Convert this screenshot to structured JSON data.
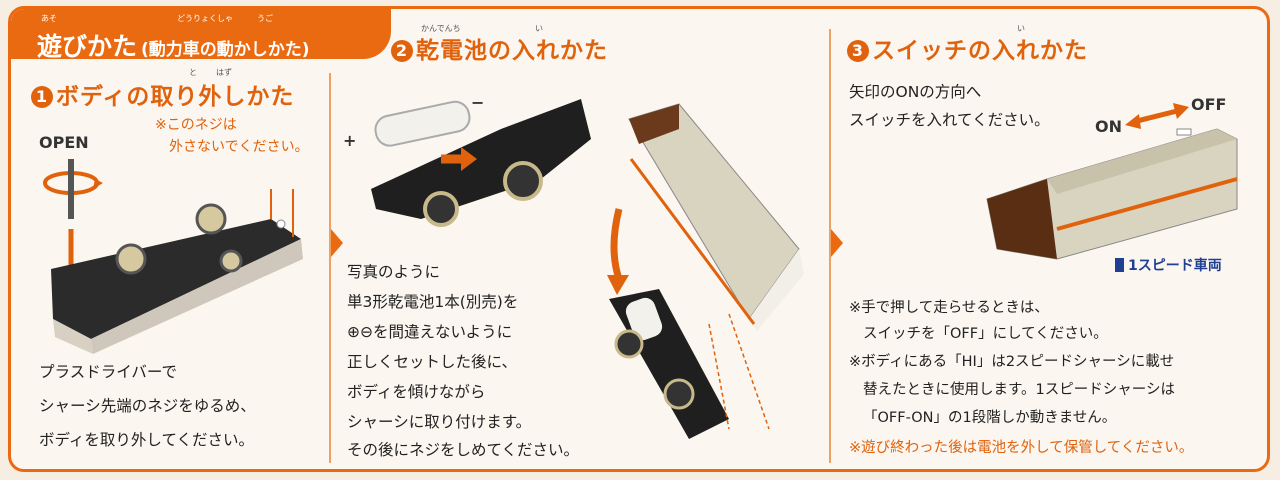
{
  "header": {
    "title": "遊びかた",
    "subtitle": "(動力車の動かしかた)"
  },
  "step1": {
    "number": "1",
    "title": "ボディの取り外しかた",
    "open_label": "OPEN",
    "note_lines": [
      "※このネジは",
      "外さないでください。"
    ],
    "body_lines": [
      "プラスドライバーで",
      "シャーシ先端のネジをゆるめ、",
      "ボディを取り外してください。"
    ]
  },
  "step2": {
    "number": "2",
    "title": "乾電池の入れかた",
    "plus": "+",
    "minus": "−",
    "body_lines": [
      "写真のように",
      "単3形乾電池1本(別売)を",
      "⊕⊖を間違えないように",
      "正しくセットした後に、",
      "ボディを傾けながら",
      "シャーシに取り付けます。",
      "その後にネジをしめてください。"
    ]
  },
  "step3": {
    "number": "3",
    "title": "スイッチの入れかた",
    "body_lines": [
      "矢印のONの方向へ",
      "スイッチを入れてください。"
    ],
    "on_label": "ON",
    "off_label": "OFF",
    "speed_label": "1スピード車両",
    "notes": [
      "※手で押して走らせるときは、",
      "スイッチを「OFF」にしてください。",
      "※ボディにある「HI」は2スピードシャーシに載せ",
      "替えたときに使用します。1スピードシャーシは",
      "「OFF-ON」の1段階しか動きません。"
    ],
    "warning": "※遊び終わった後は電池を外して保管してください。"
  },
  "colors": {
    "accent": "#ea6a12",
    "speed_blue": "#1e3f92"
  }
}
